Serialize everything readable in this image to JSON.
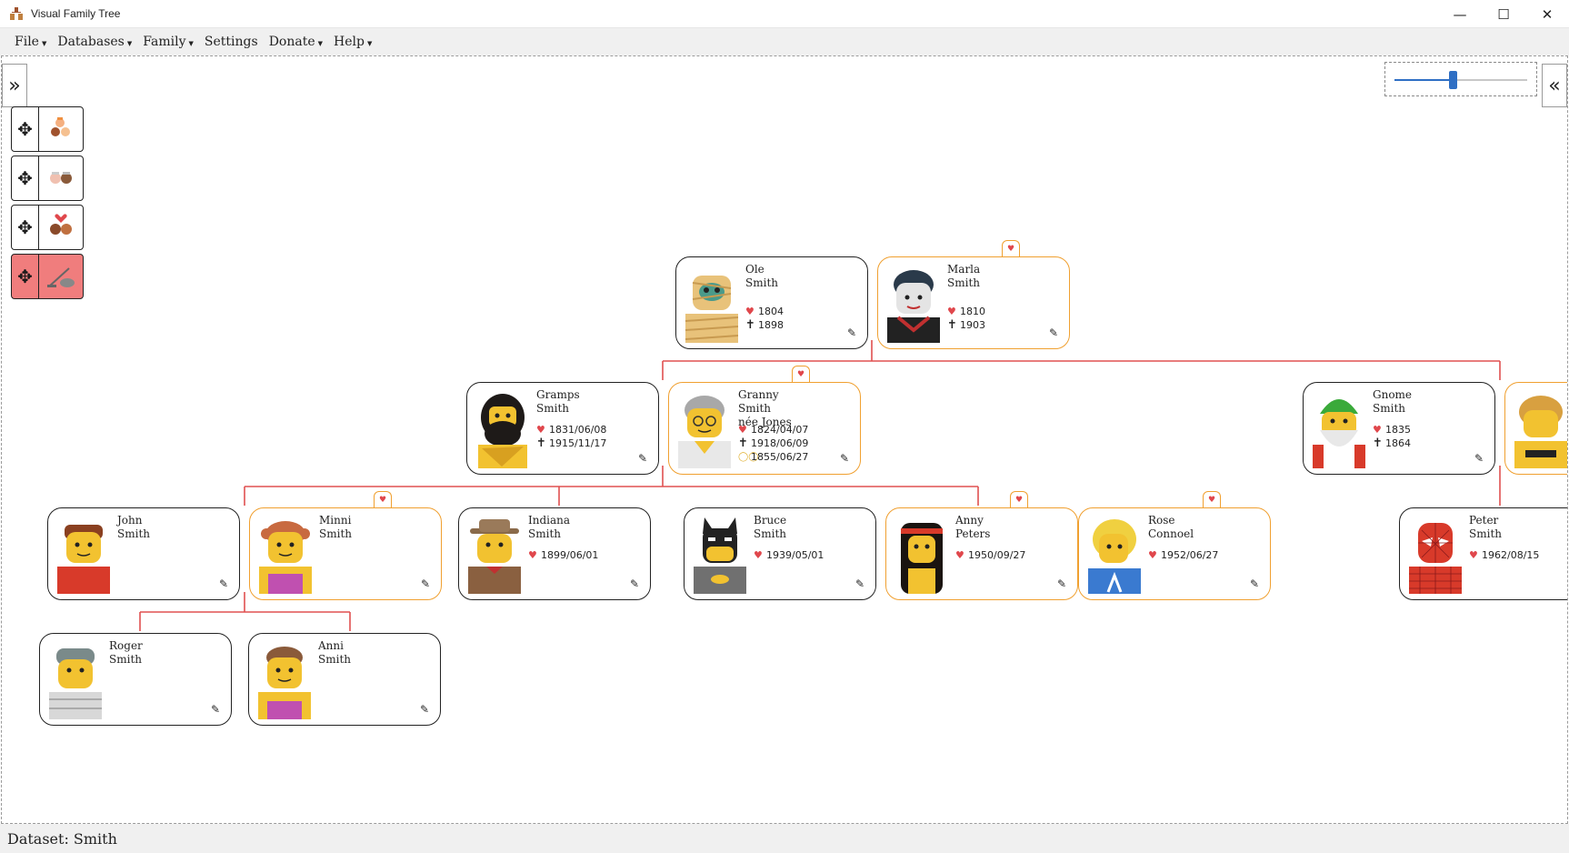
{
  "window": {
    "title": "Visual Family Tree",
    "minimize": "—",
    "maximize": "☐",
    "close": "✕"
  },
  "menu": [
    {
      "label": "File"
    },
    {
      "label": "Databases"
    },
    {
      "label": "Family"
    },
    {
      "label": "Settings"
    },
    {
      "label": "Donate"
    },
    {
      "label": "Help"
    }
  ],
  "zoom": {
    "level": 0.44
  },
  "toolbox": {
    "move_icon": "move-icon",
    "tools": [
      {
        "icon": "children-icon"
      },
      {
        "icon": "parents-icon"
      },
      {
        "icon": "partner-icon"
      },
      {
        "icon": "vacuum-delete-icon"
      }
    ]
  },
  "people": [
    {
      "id": "ole",
      "first": "Ole",
      "last": "Smith",
      "born": "1804",
      "died": "1898",
      "female": false
    },
    {
      "id": "marla",
      "first": "Marla",
      "last": "Smith",
      "born": "1810",
      "died": "1903",
      "female": true
    },
    {
      "id": "gramps",
      "first": "Gramps",
      "last": "Smith",
      "born": "1831/06/08",
      "died": "1915/11/17",
      "female": false
    },
    {
      "id": "granny",
      "first": "Granny",
      "last": "Smith",
      "maiden": "née Jones",
      "born": "1824/04/07",
      "died": "1918/06/09",
      "married": "1855/06/27",
      "female": true
    },
    {
      "id": "gnome",
      "first": "Gnome",
      "last": "Smith",
      "born": "1835",
      "died": "1864",
      "female": false
    },
    {
      "id": "john",
      "first": "John",
      "last": "Smith",
      "female": false
    },
    {
      "id": "minni",
      "first": "Minni",
      "last": "Smith",
      "female": true
    },
    {
      "id": "indiana",
      "first": "Indiana",
      "last": "Smith",
      "born": "1899/06/01",
      "female": false
    },
    {
      "id": "bruce",
      "first": "Bruce",
      "last": "Smith",
      "born": "1939/05/01",
      "female": false
    },
    {
      "id": "anny",
      "first": "Anny",
      "last": "Peters",
      "born": "1950/09/27",
      "female": true
    },
    {
      "id": "rose",
      "first": "Rose",
      "last": "Connoel",
      "born": "1952/06/27",
      "female": true
    },
    {
      "id": "peter",
      "first": "Peter",
      "last": "Smith",
      "born": "1962/08/15",
      "female": false
    },
    {
      "id": "roger",
      "first": "Roger",
      "last": "Smith",
      "female": false
    },
    {
      "id": "anni",
      "first": "Anni",
      "last": "Smith",
      "female": true
    }
  ],
  "colors": {
    "line": "#e05050",
    "female_border": "#f0a030",
    "accent": "#2f6fc4"
  },
  "status": {
    "text": "Dataset: Smith"
  }
}
